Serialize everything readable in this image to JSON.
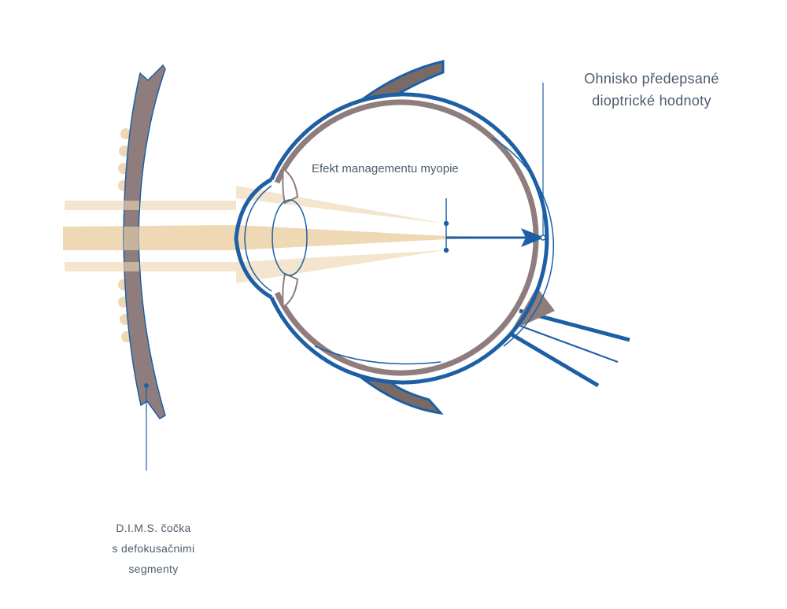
{
  "labels": {
    "focus_line1": "Ohnisko předepsané",
    "focus_line2": "dioptrické hodnoty",
    "effect": "Efekt managementu myopie",
    "lens_line1": "D.I.M.S. čočka",
    "lens_line2": "s defokusačnimi",
    "lens_line3": "segmenty"
  },
  "colors": {
    "blue": "#1d5fa5",
    "brown": "#8e7d7c",
    "beam": "#eed9b4",
    "text": "#4d5b6b"
  }
}
